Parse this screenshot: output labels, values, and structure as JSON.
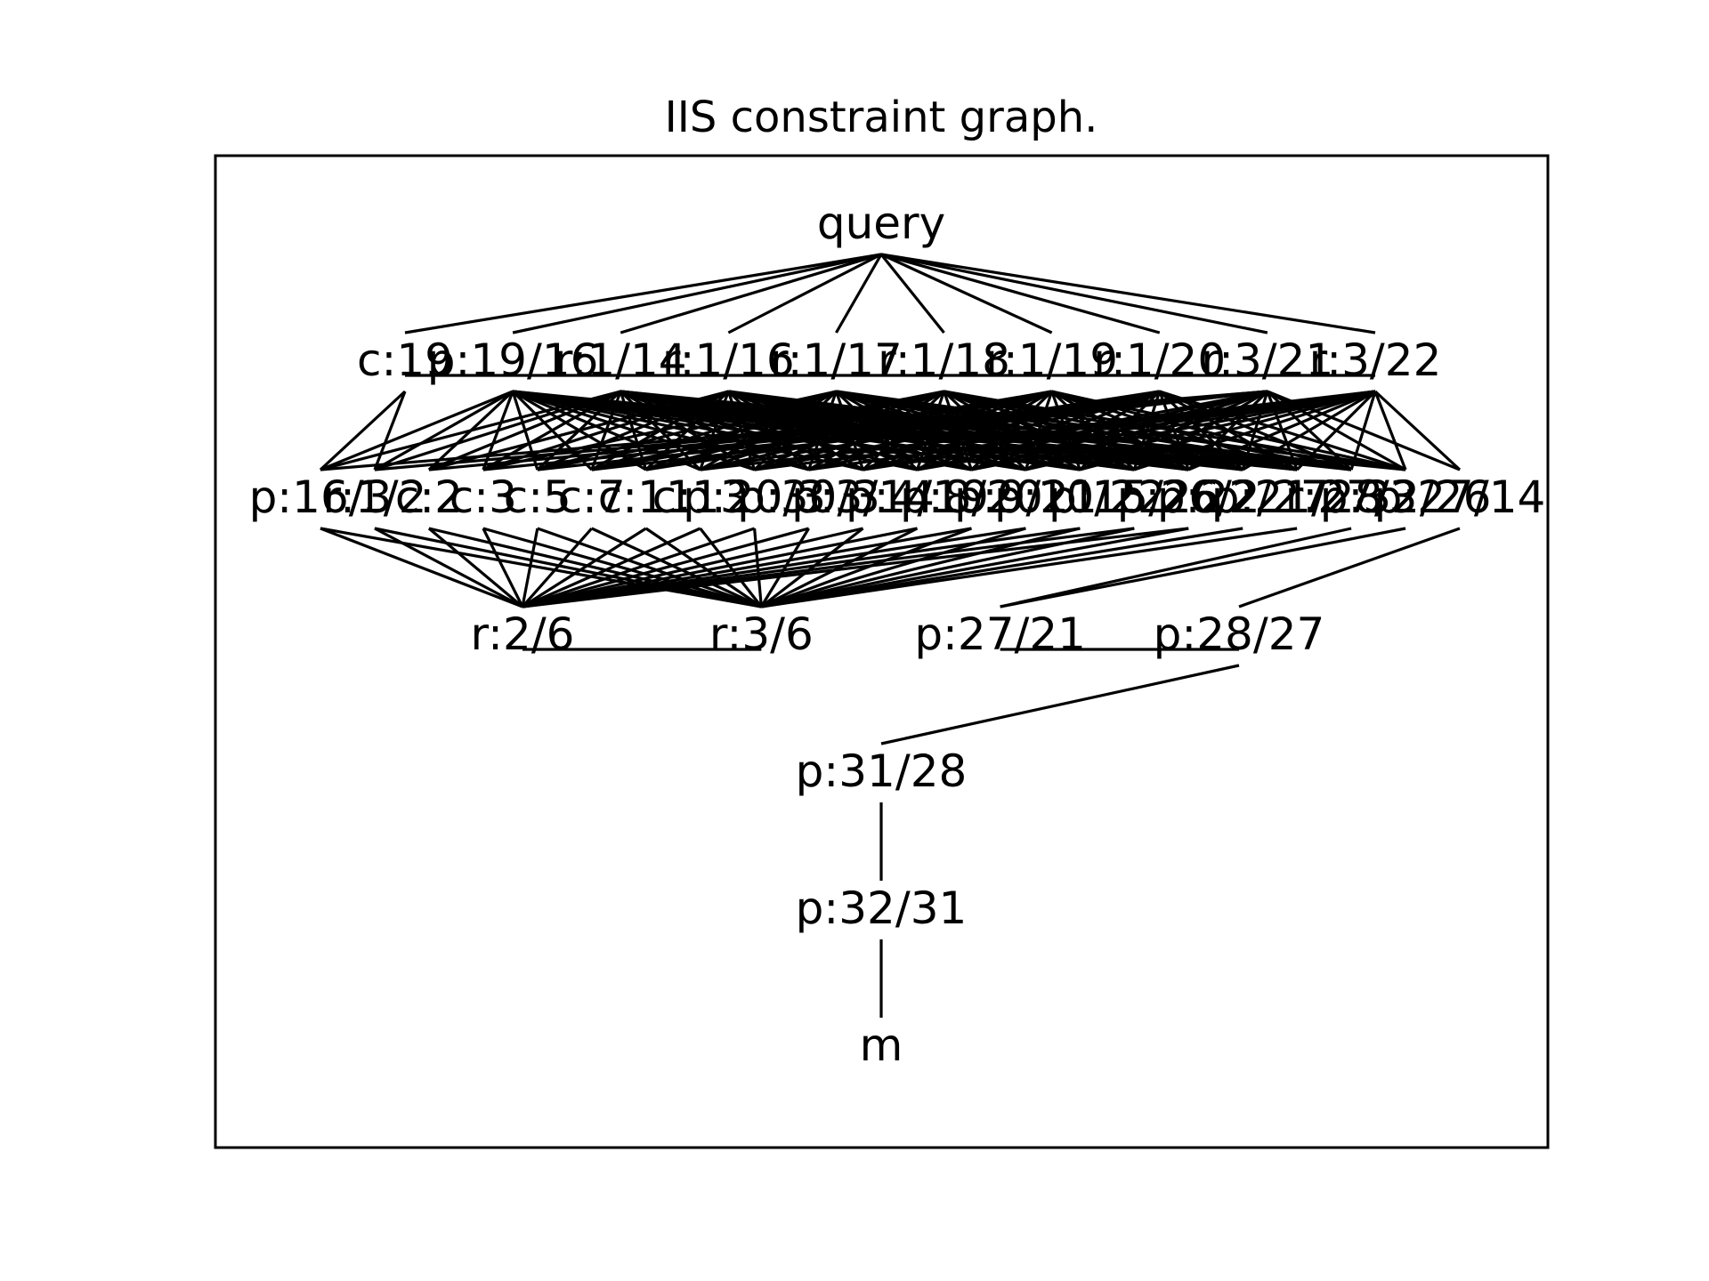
{
  "title": "IIS constraint graph.",
  "nodes": [
    {
      "id": "query",
      "label": "query"
    },
    {
      "id": "c19",
      "label": "c:19"
    },
    {
      "id": "p19_16",
      "label": "p:19/16"
    },
    {
      "id": "r1_14",
      "label": "r:1/14"
    },
    {
      "id": "r1_16",
      "label": "r:1/16"
    },
    {
      "id": "r1_17",
      "label": "r:1/17"
    },
    {
      "id": "r1_18",
      "label": "r:1/18"
    },
    {
      "id": "r1_19",
      "label": "r:1/19"
    },
    {
      "id": "r1_20",
      "label": "r:1/20"
    },
    {
      "id": "r3_21",
      "label": "r:3/21"
    },
    {
      "id": "r3_22",
      "label": "r:3/22"
    },
    {
      "id": "p16_3",
      "label": "p:16/3"
    },
    {
      "id": "r1_2",
      "label": "r:1/2"
    },
    {
      "id": "c2",
      "label": "c:2"
    },
    {
      "id": "c3",
      "label": "c:3"
    },
    {
      "id": "c5",
      "label": "c:5"
    },
    {
      "id": "c7",
      "label": "c:7"
    },
    {
      "id": "c11",
      "label": "c:11"
    },
    {
      "id": "c13",
      "label": "c:13"
    },
    {
      "id": "p20_3",
      "label": "p:20/3"
    },
    {
      "id": "p30_3",
      "label": "p:30/3"
    },
    {
      "id": "p3_14",
      "label": "p:3/14"
    },
    {
      "id": "p4_19",
      "label": "p:4/19"
    },
    {
      "id": "p8_20",
      "label": "p:8/20"
    },
    {
      "id": "p9_21",
      "label": "p:9/21"
    },
    {
      "id": "p10_22",
      "label": "p:10/22"
    },
    {
      "id": "p15_26",
      "label": "p:15/26"
    },
    {
      "id": "p26_2",
      "label": "p:26/2"
    },
    {
      "id": "p22_27",
      "label": "p:22/27"
    },
    {
      "id": "p21_28",
      "label": "p:21/28"
    },
    {
      "id": "p27_3",
      "label": "r:27/3"
    },
    {
      "id": "p32_26",
      "label": "p:32/26"
    },
    {
      "id": "p27_14",
      "label": "p:27/14"
    },
    {
      "id": "r2_6",
      "label": "r:2/6"
    },
    {
      "id": "r3_6",
      "label": "r:3/6"
    },
    {
      "id": "p27_21",
      "label": "p:27/21"
    },
    {
      "id": "p28_27",
      "label": "p:28/27"
    },
    {
      "id": "p31_28",
      "label": "p:31/28"
    },
    {
      "id": "p32_31",
      "label": "p:32/31"
    },
    {
      "id": "m",
      "label": "m"
    }
  ],
  "edges": [
    [
      "query",
      "c19"
    ],
    [
      "query",
      "p19_16"
    ],
    [
      "query",
      "r1_14"
    ],
    [
      "query",
      "r1_16"
    ],
    [
      "query",
      "r1_17"
    ],
    [
      "query",
      "r1_18"
    ],
    [
      "query",
      "r1_19"
    ],
    [
      "query",
      "r1_20"
    ],
    [
      "query",
      "r3_21"
    ],
    [
      "query",
      "r3_22"
    ],
    [
      "c19",
      "p19_16"
    ],
    [
      "p19_16",
      "r1_14"
    ],
    [
      "r1_14",
      "r1_16"
    ],
    [
      "r1_16",
      "r1_17"
    ],
    [
      "r1_17",
      "r1_18"
    ],
    [
      "r1_18",
      "r1_19"
    ],
    [
      "r1_19",
      "r1_20"
    ],
    [
      "r1_20",
      "r3_21"
    ],
    [
      "r3_21",
      "r3_22"
    ],
    [
      "c19",
      "p16_3"
    ],
    [
      "c19",
      "r1_2"
    ],
    [
      "p19_16",
      "p16_3"
    ],
    [
      "p19_16",
      "r1_2"
    ],
    [
      "p19_16",
      "c2"
    ],
    [
      "p19_16",
      "c3"
    ],
    [
      "p19_16",
      "c5"
    ],
    [
      "p19_16",
      "c7"
    ],
    [
      "p19_16",
      "c11"
    ],
    [
      "p19_16",
      "c13"
    ],
    [
      "p19_16",
      "p20_3"
    ],
    [
      "p19_16",
      "p30_3"
    ],
    [
      "p19_16",
      "p3_14"
    ],
    [
      "p19_16",
      "p4_19"
    ],
    [
      "p19_16",
      "p8_20"
    ],
    [
      "p19_16",
      "p9_21"
    ],
    [
      "p19_16",
      "p10_22"
    ],
    [
      "p19_16",
      "p15_26"
    ],
    [
      "p19_16",
      "p26_2"
    ],
    [
      "p19_16",
      "p22_27"
    ],
    [
      "p19_16",
      "p21_28"
    ],
    [
      "r1_14",
      "p16_3"
    ],
    [
      "r1_14",
      "r1_2"
    ],
    [
      "r1_14",
      "c2"
    ],
    [
      "r1_14",
      "c3"
    ],
    [
      "r1_14",
      "c5"
    ],
    [
      "r1_14",
      "c7"
    ],
    [
      "r1_14",
      "c11"
    ],
    [
      "r1_14",
      "c13"
    ],
    [
      "r1_14",
      "p20_3"
    ],
    [
      "r1_14",
      "p30_3"
    ],
    [
      "r1_14",
      "p3_14"
    ],
    [
      "r1_14",
      "p4_19"
    ],
    [
      "r1_14",
      "p8_20"
    ],
    [
      "r1_14",
      "p9_21"
    ],
    [
      "r1_14",
      "p10_22"
    ],
    [
      "r1_14",
      "p15_26"
    ],
    [
      "r1_14",
      "p26_2"
    ],
    [
      "r1_14",
      "p22_27"
    ],
    [
      "r1_14",
      "p21_28"
    ],
    [
      "r1_14",
      "p27_3"
    ],
    [
      "r1_14",
      "p32_26"
    ],
    [
      "r1_16",
      "c2"
    ],
    [
      "r1_16",
      "c3"
    ],
    [
      "r1_16",
      "c5"
    ],
    [
      "r1_16",
      "c7"
    ],
    [
      "r1_16",
      "c11"
    ],
    [
      "r1_16",
      "c13"
    ],
    [
      "r1_16",
      "p20_3"
    ],
    [
      "r1_16",
      "p30_3"
    ],
    [
      "r1_16",
      "p3_14"
    ],
    [
      "r1_16",
      "p4_19"
    ],
    [
      "r1_16",
      "p8_20"
    ],
    [
      "r1_16",
      "p9_21"
    ],
    [
      "r1_16",
      "p10_22"
    ],
    [
      "r1_16",
      "p15_26"
    ],
    [
      "r1_16",
      "p26_2"
    ],
    [
      "r1_16",
      "p22_27"
    ],
    [
      "r1_16",
      "p21_28"
    ],
    [
      "r1_16",
      "p27_3"
    ],
    [
      "r1_17",
      "c3"
    ],
    [
      "r1_17",
      "c5"
    ],
    [
      "r1_17",
      "c7"
    ],
    [
      "r1_17",
      "c11"
    ],
    [
      "r1_17",
      "c13"
    ],
    [
      "r1_17",
      "p20_3"
    ],
    [
      "r1_17",
      "p30_3"
    ],
    [
      "r1_17",
      "p3_14"
    ],
    [
      "r1_17",
      "p4_19"
    ],
    [
      "r1_17",
      "p8_20"
    ],
    [
      "r1_17",
      "p9_21"
    ],
    [
      "r1_17",
      "p10_22"
    ],
    [
      "r1_17",
      "p15_26"
    ],
    [
      "r1_17",
      "p26_2"
    ],
    [
      "r1_17",
      "p22_27"
    ],
    [
      "r1_17",
      "p21_28"
    ],
    [
      "r1_17",
      "p27_3"
    ],
    [
      "r1_17",
      "p32_26"
    ],
    [
      "r1_18",
      "c5"
    ],
    [
      "r1_18",
      "c7"
    ],
    [
      "r1_18",
      "c11"
    ],
    [
      "r1_18",
      "c13"
    ],
    [
      "r1_18",
      "p20_3"
    ],
    [
      "r1_18",
      "p30_3"
    ],
    [
      "r1_18",
      "p3_14"
    ],
    [
      "r1_18",
      "p4_19"
    ],
    [
      "r1_18",
      "p8_20"
    ],
    [
      "r1_18",
      "p9_21"
    ],
    [
      "r1_18",
      "p10_22"
    ],
    [
      "r1_18",
      "p15_26"
    ],
    [
      "r1_18",
      "p26_2"
    ],
    [
      "r1_18",
      "p22_27"
    ],
    [
      "r1_18",
      "p21_28"
    ],
    [
      "r1_18",
      "p27_3"
    ],
    [
      "r1_18",
      "p32_26"
    ],
    [
      "r1_19",
      "c7"
    ],
    [
      "r1_19",
      "c11"
    ],
    [
      "r1_19",
      "c13"
    ],
    [
      "r1_19",
      "p20_3"
    ],
    [
      "r1_19",
      "p30_3"
    ],
    [
      "r1_19",
      "p3_14"
    ],
    [
      "r1_19",
      "p4_19"
    ],
    [
      "r1_19",
      "p8_20"
    ],
    [
      "r1_19",
      "p9_21"
    ],
    [
      "r1_19",
      "p10_22"
    ],
    [
      "r1_19",
      "p15_26"
    ],
    [
      "r1_19",
      "p26_2"
    ],
    [
      "r1_19",
      "p22_27"
    ],
    [
      "r1_19",
      "p21_28"
    ],
    [
      "r1_19",
      "p27_3"
    ],
    [
      "r1_19",
      "p32_26"
    ],
    [
      "r1_20",
      "c11"
    ],
    [
      "r1_20",
      "c13"
    ],
    [
      "r1_20",
      "p20_3"
    ],
    [
      "r1_20",
      "p30_3"
    ],
    [
      "r1_20",
      "p3_14"
    ],
    [
      "r1_20",
      "p4_19"
    ],
    [
      "r1_20",
      "p8_20"
    ],
    [
      "r1_20",
      "p9_21"
    ],
    [
      "r1_20",
      "p10_22"
    ],
    [
      "r1_20",
      "p15_26"
    ],
    [
      "r1_20",
      "p26_2"
    ],
    [
      "r1_20",
      "p22_27"
    ],
    [
      "r1_20",
      "p21_28"
    ],
    [
      "r1_20",
      "p27_3"
    ],
    [
      "r1_20",
      "p32_26"
    ],
    [
      "r3_21",
      "p16_3"
    ],
    [
      "r3_21",
      "r1_2"
    ],
    [
      "r3_21",
      "c2"
    ],
    [
      "r3_21",
      "c3"
    ],
    [
      "r3_21",
      "c5"
    ],
    [
      "r3_21",
      "c7"
    ],
    [
      "r3_21",
      "p3_14"
    ],
    [
      "r3_21",
      "p4_19"
    ],
    [
      "r3_21",
      "p8_20"
    ],
    [
      "r3_21",
      "p9_21"
    ],
    [
      "r3_21",
      "p10_22"
    ],
    [
      "r3_21",
      "p15_26"
    ],
    [
      "r3_21",
      "p26_2"
    ],
    [
      "r3_21",
      "p22_27"
    ],
    [
      "r3_21",
      "p21_28"
    ],
    [
      "r3_21",
      "p27_3"
    ],
    [
      "r3_21",
      "p32_26"
    ],
    [
      "r3_21",
      "p27_14"
    ],
    [
      "r3_22",
      "c13"
    ],
    [
      "r3_22",
      "p20_3"
    ],
    [
      "r3_22",
      "p30_3"
    ],
    [
      "r3_22",
      "p3_14"
    ],
    [
      "r3_22",
      "p4_19"
    ],
    [
      "r3_22",
      "p8_20"
    ],
    [
      "r3_22",
      "p9_21"
    ],
    [
      "r3_22",
      "p10_22"
    ],
    [
      "r3_22",
      "p15_26"
    ],
    [
      "r3_22",
      "p26_2"
    ],
    [
      "r3_22",
      "p22_27"
    ],
    [
      "r3_22",
      "p21_28"
    ],
    [
      "r3_22",
      "p27_3"
    ],
    [
      "r3_22",
      "p32_26"
    ],
    [
      "r3_22",
      "p27_14"
    ],
    [
      "p16_3",
      "r2_6"
    ],
    [
      "p16_3",
      "r3_6"
    ],
    [
      "r1_2",
      "r2_6"
    ],
    [
      "r1_2",
      "r3_6"
    ],
    [
      "c2",
      "r2_6"
    ],
    [
      "c2",
      "r3_6"
    ],
    [
      "c3",
      "r2_6"
    ],
    [
      "c3",
      "r3_6"
    ],
    [
      "c5",
      "r2_6"
    ],
    [
      "c5",
      "r3_6"
    ],
    [
      "c7",
      "r2_6"
    ],
    [
      "c7",
      "r3_6"
    ],
    [
      "c11",
      "r2_6"
    ],
    [
      "c11",
      "r3_6"
    ],
    [
      "c13",
      "r2_6"
    ],
    [
      "c13",
      "r3_6"
    ],
    [
      "p20_3",
      "r2_6"
    ],
    [
      "p20_3",
      "r3_6"
    ],
    [
      "p30_3",
      "r2_6"
    ],
    [
      "p30_3",
      "r3_6"
    ],
    [
      "p3_14",
      "r2_6"
    ],
    [
      "p3_14",
      "r3_6"
    ],
    [
      "p4_19",
      "r2_6"
    ],
    [
      "p4_19",
      "r3_6"
    ],
    [
      "p8_20",
      "r2_6"
    ],
    [
      "p8_20",
      "r3_6"
    ],
    [
      "p9_21",
      "r2_6"
    ],
    [
      "p9_21",
      "r3_6"
    ],
    [
      "p10_22",
      "r2_6"
    ],
    [
      "p10_22",
      "r3_6"
    ],
    [
      "p15_26",
      "r2_6"
    ],
    [
      "p15_26",
      "r3_6"
    ],
    [
      "p26_2",
      "r2_6"
    ],
    [
      "p26_2",
      "r3_6"
    ],
    [
      "p22_27",
      "r3_6"
    ],
    [
      "p21_28",
      "r3_6"
    ],
    [
      "p27_3",
      "p27_21"
    ],
    [
      "p32_26",
      "p27_21"
    ],
    [
      "p27_14",
      "p28_27"
    ],
    [
      "r2_6",
      "r3_6"
    ],
    [
      "p27_21",
      "p28_27"
    ],
    [
      "p28_27",
      "p31_28"
    ],
    [
      "p31_28",
      "p32_31"
    ],
    [
      "p32_31",
      "m"
    ]
  ]
}
